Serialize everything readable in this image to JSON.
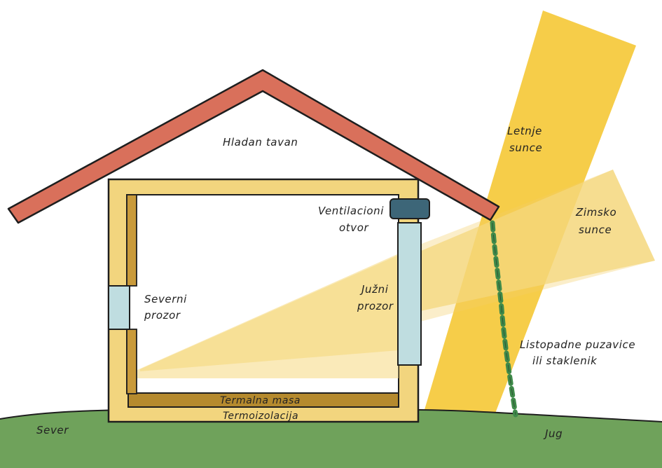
{
  "labels": {
    "attic": "Hladan tavan",
    "vent_line1": "Ventilacioni",
    "vent_line2": "otvor",
    "north_window_line1": "Severni",
    "north_window_line2": "prozor",
    "south_window_line1": "Južni",
    "south_window_line2": "prozor",
    "thermal_mass": "Termalna masa",
    "insulation": "Termoizolacija",
    "north": "Sever",
    "south": "Jug",
    "summer_sun_line1": "Letnje",
    "summer_sun_line2": "sunce",
    "winter_sun_line1": "Zimsko",
    "winter_sun_line2": "sunce",
    "vines_line1": "Listopadne puzavice",
    "vines_line2": "ili staklenik"
  },
  "colors": {
    "summer_sun": "#F5C93A",
    "winter_sun": "#F6DC8A",
    "roof": "#D9705B",
    "wall": "#F2D57E",
    "thermal_mass": "#B58A2E",
    "window": "#BFDDE0",
    "vent": "#3D6678",
    "ground": "#6FA25B",
    "vine": "#3F8A4A",
    "outline": "#1E1E1E"
  }
}
